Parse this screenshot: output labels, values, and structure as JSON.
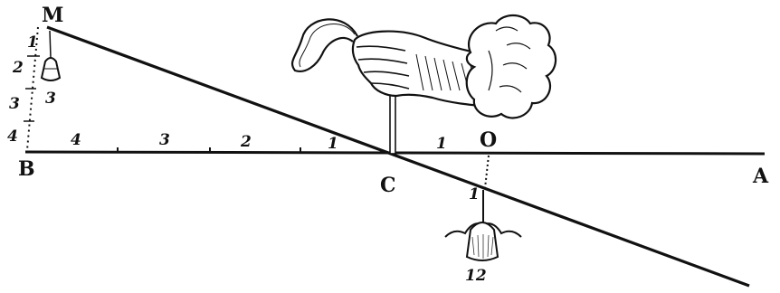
{
  "figure": {
    "point_labels": {
      "M": "M",
      "B": "B",
      "C": "C",
      "A": "A",
      "O": "O"
    },
    "left_scale": [
      "1",
      "2",
      "3",
      "4"
    ],
    "left_weight_label": "3",
    "beam_scale": [
      "4",
      "3",
      "2",
      "1"
    ],
    "right_beam_mark": "1",
    "right_rod_mark": "1",
    "right_weight_label": "12"
  }
}
